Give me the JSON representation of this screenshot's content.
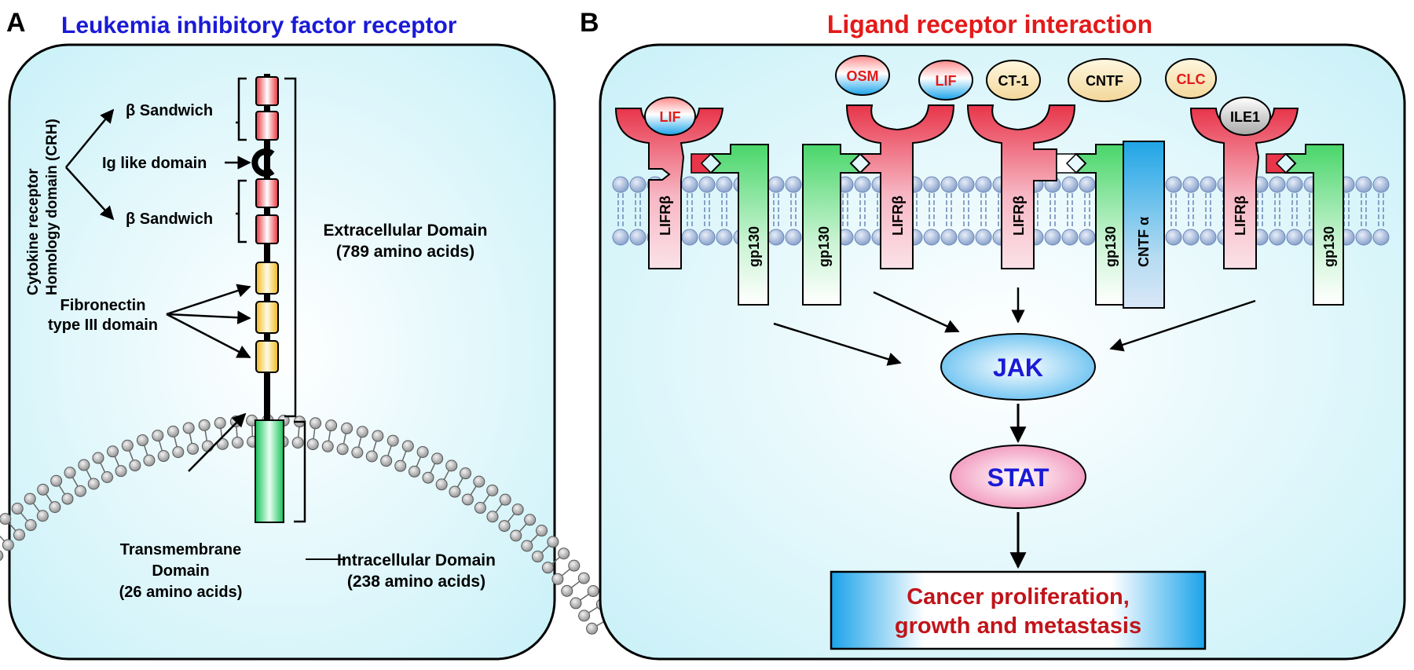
{
  "panelA": {
    "letter": "A",
    "title": "Leukemia inhibitory factor receptor",
    "crh_line1": "Cytokine receptor",
    "crh_line2": "Homology domain (CRH)",
    "beta1": "β Sandwich",
    "ig": "Ig like domain",
    "beta2": "β Sandwich",
    "fn_line1": "Fibronectin",
    "fn_line2": "type III domain",
    "extra_line1": "Extracellular Domain",
    "extra_line2": "(789 amino acids)",
    "tm_line1": "Transmembrane",
    "tm_line2": "Domain",
    "tm_line3": "(26 amino acids)",
    "intra_line1": "Intracellular Domain",
    "intra_line2": "(238 amino acids)"
  },
  "panelB": {
    "letter": "B",
    "title": "Ligand receptor interaction",
    "ligands": {
      "lif_left": "LIF",
      "osm": "OSM",
      "lif_top": "LIF",
      "ct1": "CT-1",
      "cntf": "CNTF",
      "clc": "CLC",
      "ile1": "ILE1"
    },
    "receptors": {
      "lifr1": "LIFRβ",
      "gp1": "gp130",
      "gp2": "gp130",
      "lifr2": "LIFRβ",
      "lifr3": "LIFRβ",
      "gp3": "gp130",
      "cntfa": "CNTF α",
      "lifr4": "LIFRβ",
      "gp4": "gp130"
    },
    "jak": "JAK",
    "stat": "STAT",
    "outcome_line1": "Cancer proliferation,",
    "outcome_line2": "growth and metastasis"
  },
  "colors": {
    "titleA": "#1a1ad6",
    "titleB": "#e31a1a",
    "ligand_red": "#e31a1a",
    "outcome": "#c0141a",
    "pathway_text": "#1a1ad6"
  }
}
